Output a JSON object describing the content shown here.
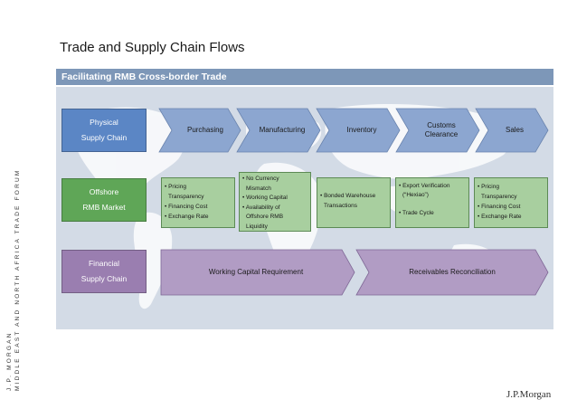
{
  "title": "Trade and Supply Chain Flows",
  "banner": "Facilitating  RMB Cross-border Trade",
  "side_text": {
    "line1": "J.P. MORGAN",
    "line2": "MIDDLE EAST AND NORTH AFRICA TRADE FORUM"
  },
  "rows": {
    "physical": {
      "line1": "Physical",
      "line2": "Supply Chain"
    },
    "offshore": {
      "line1": "Offshore",
      "line2": "RMB Market"
    },
    "financial": {
      "line1": "Financial",
      "line2": "Supply Chain"
    }
  },
  "chevrons": [
    {
      "label": "Purchasing"
    },
    {
      "label": "Manufacturing"
    },
    {
      "label": "Inventory"
    },
    {
      "label": "Customs\nClearance"
    },
    {
      "label": "Sales"
    }
  ],
  "offshore_boxes": [
    {
      "items": [
        "• Pricing",
        "  Transparency",
        "• Financing Cost",
        "• Exchange Rate"
      ]
    },
    {
      "items": [
        "• No Currency",
        "  Mismatch",
        "• Working Capital",
        "• Availability of",
        "  Offshore RMB",
        "  Liquidity"
      ]
    },
    {
      "items": [
        "• Bonded Warehouse",
        "  Transactions"
      ]
    },
    {
      "items": [
        "• Export Verification",
        "  (“Hexiao”)",
        "",
        "• Trade Cycle"
      ]
    },
    {
      "items": [
        "• Pricing",
        "  Transparency",
        "• Financing Cost",
        "• Exchange Rate"
      ]
    }
  ],
  "financial_arrows": [
    {
      "label": "Working Capital Requirement"
    },
    {
      "label": "Receivables Reconciliation"
    }
  ],
  "logo": "J.P.Morgan",
  "colors": {
    "banner": "#7d97b8",
    "physical": "#5b86c5",
    "offshore": "#5fa657",
    "financial": "#9a7eb0",
    "chevron": "#8ca6d0",
    "green_box": "#a8cf9f",
    "purple_arrow": "#b19cc4"
  }
}
